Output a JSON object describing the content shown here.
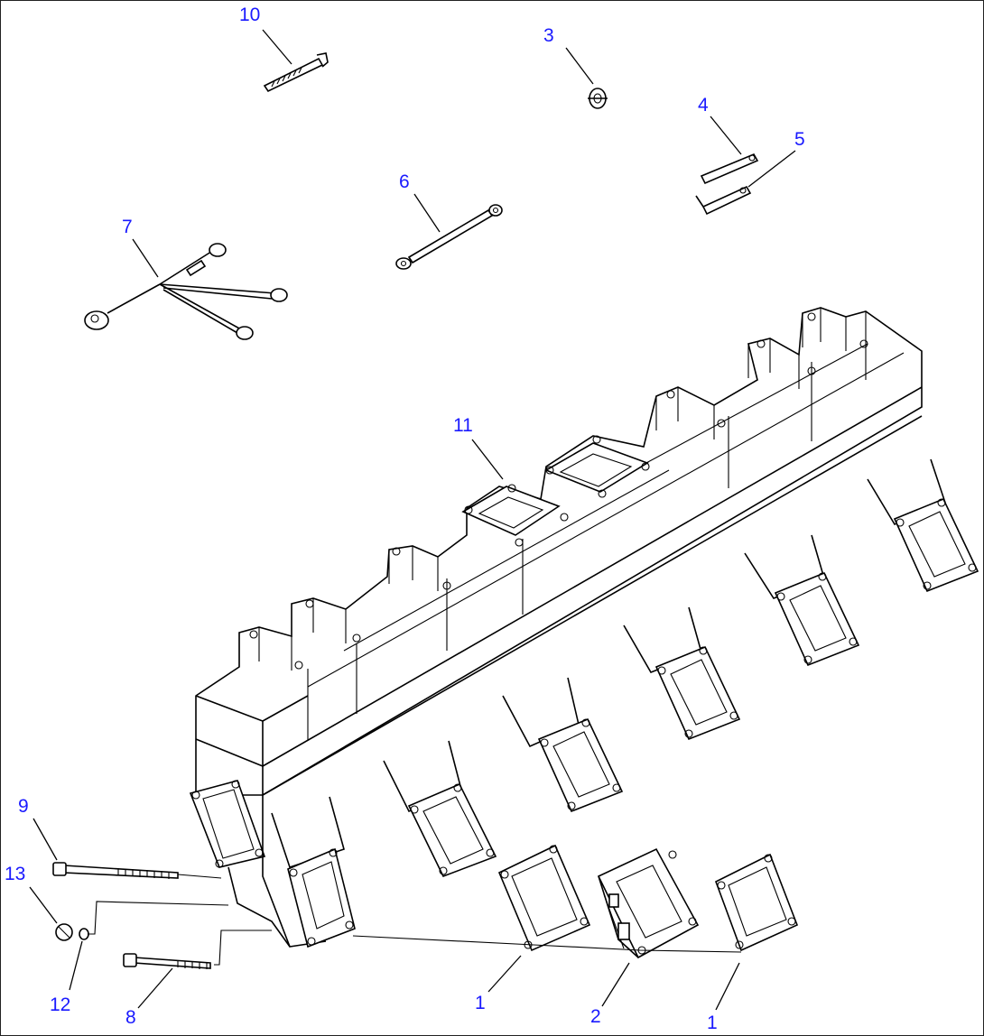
{
  "callouts": {
    "c1a": "1",
    "c1b": "1",
    "c2": "2",
    "c3": "3",
    "c4": "4",
    "c5": "5",
    "c6": "6",
    "c7": "7",
    "c8": "8",
    "c9": "9",
    "c10": "10",
    "c11": "11",
    "c12": "12",
    "c13": "13"
  },
  "colors": {
    "callout": "#1a1aff",
    "line": "#000000",
    "background": "#ffffff"
  }
}
